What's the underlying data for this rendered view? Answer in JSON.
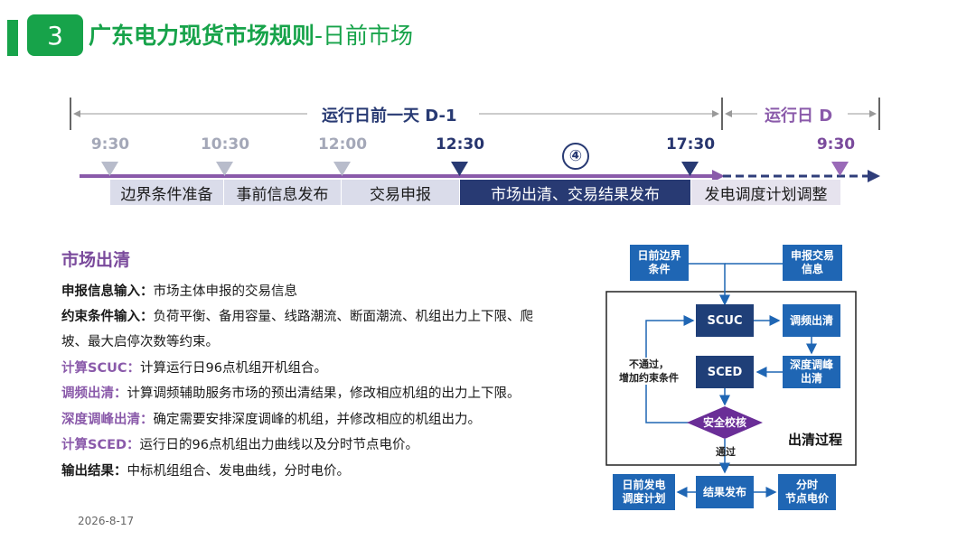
{
  "header": {
    "number": "3",
    "title_main": "广东电力现货市场规则",
    "title_sub": "-日前市场"
  },
  "timeline": {
    "period_d1": "运行日前一天 D-1",
    "period_d": "运行日 D",
    "marker": "④",
    "times": [
      "9:30",
      "10:30",
      "12:00",
      "12:30",
      "17:30",
      "9:30"
    ],
    "steps": [
      "边界条件准备",
      "事前信息发布",
      "交易申报",
      "市场出清、交易结果发布",
      "发电调度计划调整"
    ]
  },
  "section": {
    "title": "市场出清",
    "lines": [
      {
        "key": "申报信息输入：",
        "text": "市场主体申报的交易信息"
      },
      {
        "key": "约束条件输入：",
        "text": "负荷平衡、备用容量、线路潮流、断面潮流、机组出力上下限、爬"
      },
      {
        "key": "",
        "text": "坡、最大启停次数等约束。"
      },
      {
        "key": "计算SCUC：",
        "text": "计算运行日96点机组开机组合。"
      },
      {
        "key": "调频出清：",
        "text": "计算调频辅助服务市场的预出清结果，修改相应机组的出力上下限。"
      },
      {
        "key": "深度调峰出清：",
        "text": "确定需要安排深度调峰的机组，并修改相应的机组出力。"
      },
      {
        "key": "计算SCED：",
        "text": "运行日的96点机组出力曲线以及分时节点电价。"
      },
      {
        "key": "输出结果：",
        "text": "中标机组组合、发电曲线，分时电价。"
      }
    ]
  },
  "flow": {
    "box_boundary": "日前边界\n条件",
    "box_declare": "申报交易\n信息",
    "box_scuc": "SCUC",
    "box_freq": "调频出清",
    "box_sced": "SCED",
    "box_peak": "深度调峰\n出清",
    "diamond_check": "安全校核",
    "label_fail": "不通过，\n增加约束条件",
    "label_pass": "通过",
    "label_process": "出清过程",
    "box_plan": "日前发电\n调度计划",
    "box_publish": "结果发布",
    "box_price": "分时\n节点电价"
  },
  "footer": {
    "date": "2026-8-17"
  }
}
